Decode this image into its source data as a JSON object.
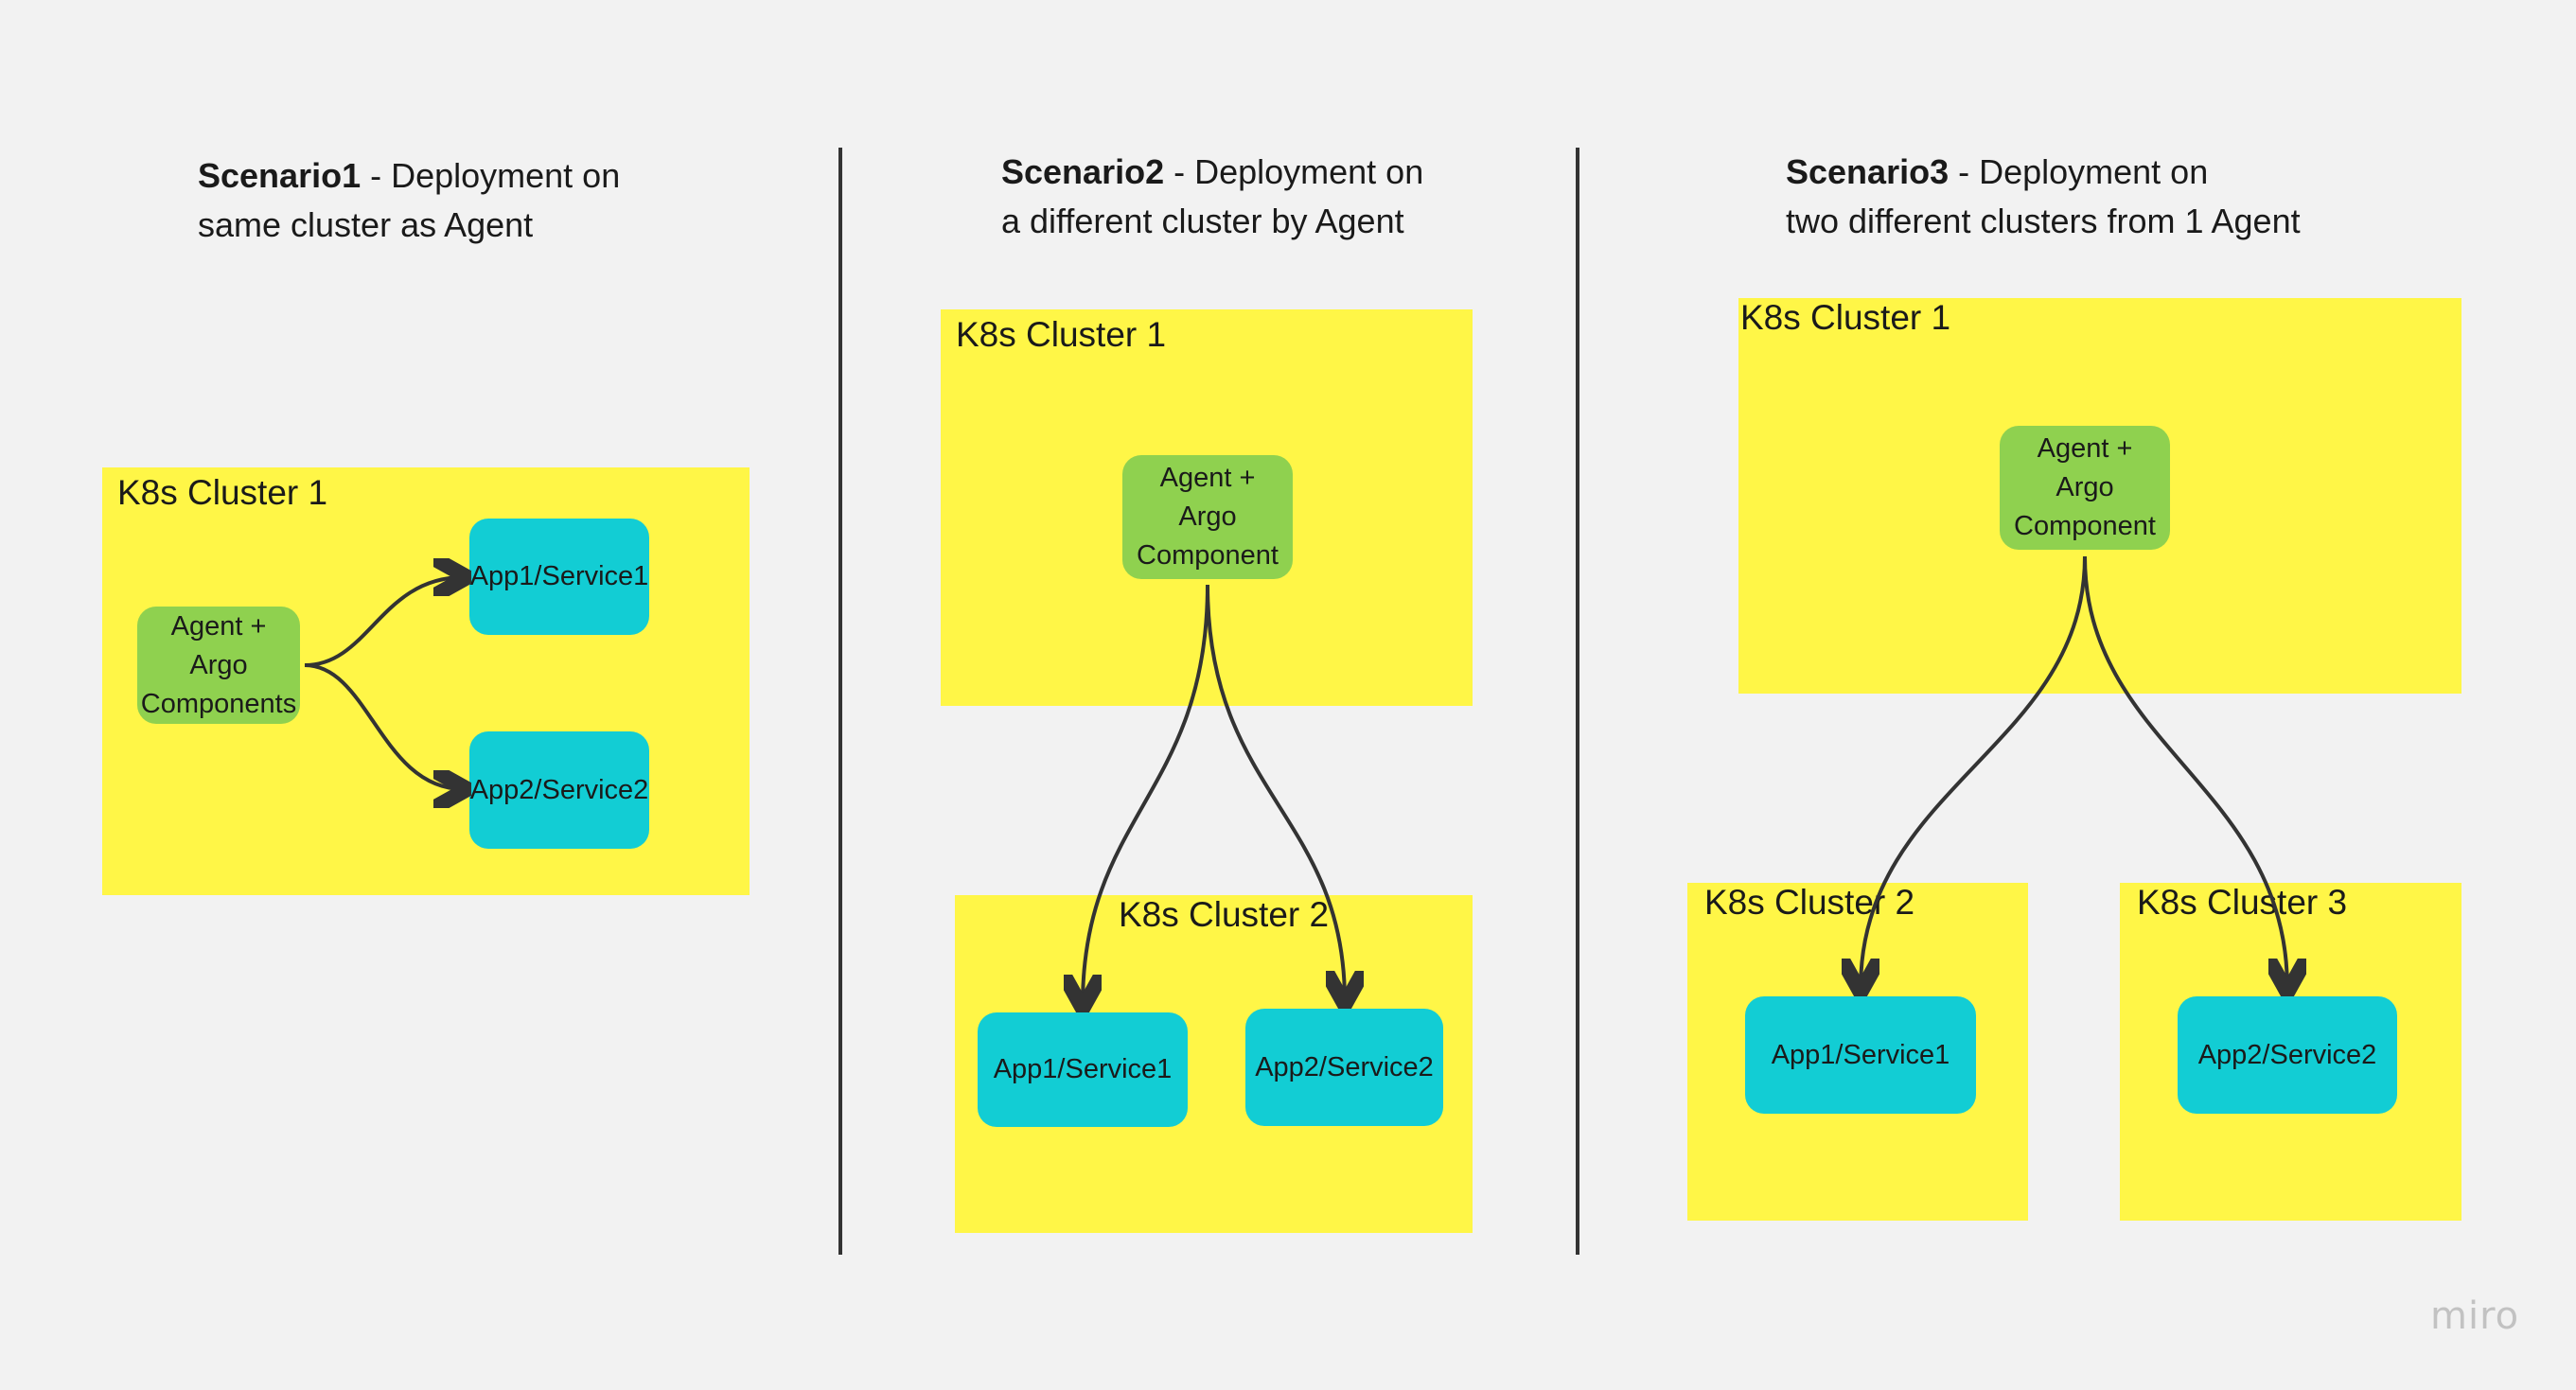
{
  "scenarios": [
    {
      "title_bold": "Scenario1",
      "title_line1": " - Deployment on",
      "title_line2": "same cluster as Agent",
      "clusters": [
        {
          "label": "K8s Cluster 1"
        }
      ],
      "agent": {
        "line1": "Agent + Argo",
        "line2": "Components"
      },
      "apps": [
        "App1/Service1",
        "App2/Service2"
      ]
    },
    {
      "title_bold": "Scenario2",
      "title_line1": " - Deployment on",
      "title_line2": "a different cluster by Agent",
      "clusters": [
        {
          "label": "K8s Cluster 1"
        },
        {
          "label": "K8s Cluster 2"
        }
      ],
      "agent": {
        "line1": "Agent +",
        "line2": "Argo",
        "line3": "Component"
      },
      "apps": [
        "App1/Service1",
        "App2/Service2"
      ]
    },
    {
      "title_bold": "Scenario3",
      "title_line1": " - Deployment on",
      "title_line2": "two different clusters from 1 Agent",
      "clusters": [
        {
          "label": "K8s Cluster 1"
        },
        {
          "label": "K8s Cluster 2"
        },
        {
          "label": "K8s Cluster 3"
        }
      ],
      "agent": {
        "line1": "Agent +",
        "line2": "Argo",
        "line3": "Component"
      },
      "apps": [
        "App1/Service1",
        "App2/Service2"
      ]
    }
  ],
  "watermark": "miro",
  "colors": {
    "background": "#f2f2f2",
    "cluster": "#fff647",
    "agent": "#8fd14f",
    "app": "#12cdd4",
    "connector": "#333333"
  }
}
